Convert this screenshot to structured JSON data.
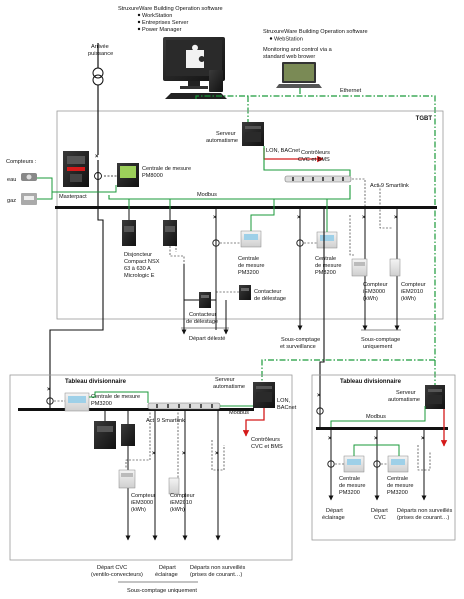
{
  "software_ws": {
    "title": "StruxureWare Building Operation software",
    "items": [
      "WorkStation",
      "Entreprises Server",
      "Power Manager"
    ]
  },
  "software_web": {
    "title": "StruxureWare Building Operation software",
    "items": [
      "WebStation"
    ],
    "caption_1": "Monitoring and control via a",
    "caption_2": "standard web brower"
  },
  "ethernet_label": "Ethernet",
  "arrivee_1": "Arrivée",
  "arrivee_2": "puissance",
  "tgbt": {
    "title": "TGBT",
    "serveur_1": "Serveur",
    "serveur_2": "automatisme",
    "lon": "LON, BACnet",
    "controleurs_1": "Contrôleurs",
    "controleurs_2": "CVC et BMS",
    "acti9": "Acti 9 Smartlink",
    "modbus": "Modbus",
    "masterpact": "Masterpact",
    "pm8000_1": "Centrale de mesure",
    "pm8000_2": "PM8000",
    "compteurs": "Compteurs :",
    "eau": "eau",
    "gaz": "gaz",
    "disj_1": "Disjoncteur",
    "disj_2": "Compact NSX",
    "disj_3": "63 à 630 A",
    "disj_4": "Micrologic E",
    "pm3200a_1": "Centrale",
    "pm3200a_2": "de mesure",
    "pm3200a_3": "PM3200",
    "pm3200b_1": "Centrale",
    "pm3200b_2": "de mesure",
    "pm3200b_3": "PM3200",
    "contacteur_1": "Contacteur",
    "contacteur_2": "de délestage",
    "contacteur2_1": "Contacteur",
    "contacteur2_2": "de délestage",
    "iem3000_1": "Compteur",
    "iem3000_2": "iEM3000",
    "iem3000_3": "(kWh)",
    "iem2010_1": "Compteur",
    "iem2010_2": "iEM2010",
    "iem2010_3": "(kWh)",
    "depart_deleste": "Départ délesté",
    "sous_1": "Sous-comptage",
    "sous_2": "et surveillance",
    "sous2_1": "Sous-comptage",
    "sous2_2": "uniquement"
  },
  "td_left": {
    "title": "Tableau divisionnaire",
    "pm3200_1": "Centrale de mesure",
    "pm3200_2": "PM3200",
    "serveur_1": "Serveur",
    "serveur_2": "automatisme",
    "acti9": "Acti 9 Smartlink",
    "modbus": "Modbus",
    "lon_1": "LON,",
    "lon_2": "BACnet",
    "ctrl_1": "Contrôleurs",
    "ctrl_2": "CVC et BMS",
    "iem3000_1": "Compteur",
    "iem3000_2": "iEM3000",
    "iem3000_3": "(kWh)",
    "iem2010_1": "Compteur",
    "iem2010_2": "iEM2010",
    "iem2010_3": "(kWh)",
    "d1_1": "Départ CVC",
    "d1_2": "(ventilo-convecteurs)",
    "d2_1": "Départ",
    "d2_2": "éclairage",
    "d3_1": "Départs non surveillés",
    "d3_2": "(prises de courant…)",
    "bottom": "Sous-comptage uniquement"
  },
  "td_right": {
    "title": "Tableau divisionnaire",
    "serveur_1": "Serveur",
    "serveur_2": "automatisme",
    "modbus": "Modbus",
    "pma_1": "Centrale",
    "pma_2": "de mesure",
    "pma_3": "PM3200",
    "pmb_1": "Centrale",
    "pmb_2": "de mesure",
    "pmb_3": "PM3200",
    "d1_1": "Départ",
    "d1_2": "éclairage",
    "d2_1": "Départ",
    "d2_2": "CVC",
    "d3_1": "Départs non surveillés",
    "d3_2": "(prises de courant…)"
  },
  "colors": {
    "green": "#1a9a3a",
    "red": "#d41a1a",
    "black": "#111111",
    "panel_border": "#9a9a9a"
  }
}
